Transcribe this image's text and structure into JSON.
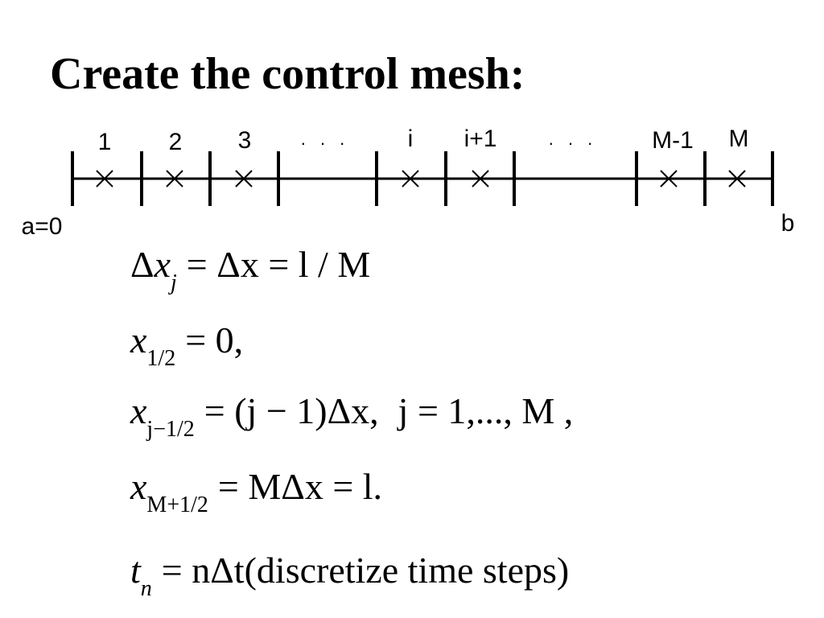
{
  "slide": {
    "title": "Create the control mesh:"
  },
  "mesh": {
    "cell_labels": [
      "1",
      "2",
      "3",
      "i",
      "i+1",
      "M-1",
      "M"
    ],
    "ellipsis": ". . .",
    "left_endpoint": "a=0",
    "right_endpoint": "b"
  },
  "equations": {
    "eq1": {
      "lhs_delta": "Δ",
      "lhs_var": "x",
      "lhs_sub": "j",
      "rhs": "= Δx = l / M"
    },
    "eq2": {
      "var": "x",
      "sub": "1/2",
      "rhs": "= 0,"
    },
    "eq3": {
      "var": "x",
      "sub": "j−1/2",
      "rhs": "= (j − 1)Δx,",
      "range": "j = 1,..., M ,"
    },
    "eq4": {
      "var": "x",
      "sub": "M+1/2",
      "rhs": "= MΔx = l."
    },
    "eq5": {
      "var": "t",
      "sub": "n",
      "rhs": "= nΔt",
      "note": "(discretize  time  steps)"
    }
  }
}
